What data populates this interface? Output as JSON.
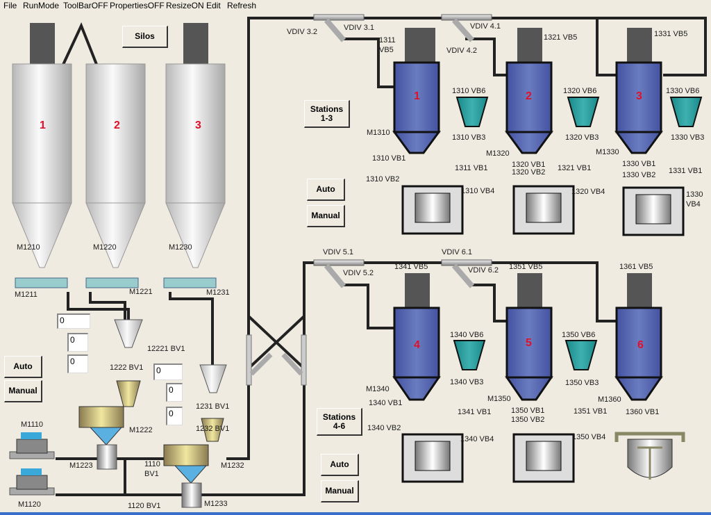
{
  "menu": [
    "File",
    "RunMode",
    "ToolBarOFF",
    "PropertiesOFF",
    "ResizeON",
    "Edit",
    "Refresh"
  ],
  "buttons": {
    "silos": "Silos",
    "stations_1_3": "Stations\n1-3",
    "stations_4_6": "Stations\n4-6",
    "auto": "Auto",
    "manual": "Manual"
  },
  "silos": {
    "numbers": [
      "1",
      "2",
      "3"
    ],
    "motors": [
      "M1210",
      "M1220",
      "M1230"
    ],
    "screws": [
      "M1211",
      "M1221",
      "M1231"
    ]
  },
  "stations": {
    "numbers": [
      "1",
      "2",
      "3",
      "4",
      "5",
      "6"
    ]
  },
  "fields": [
    "0",
    "0",
    "0",
    "0",
    "0",
    "0"
  ],
  "labels": {
    "vdiv_3_2": "VDIV 3.2",
    "vdiv_3_1": "VDIV 3.1",
    "vdiv_4_1": "VDIV 4.1",
    "vdiv_4_2": "VDIV 4.2",
    "vdiv_5_1": "VDIV 5.1",
    "vdiv_5_2": "VDIV 5.2",
    "vdiv_6_1": "VDIV 6.1",
    "vdiv_6_2": "VDIV 6.2",
    "v1311_vb5_a": "1311",
    "v1311_vb5_b": "VB5",
    "v1321_vb5": "1321 VB5",
    "v1331_vb5": "1331 VB5",
    "v1341_vb5": "1341 VB5",
    "v1351_vb5": "1351 VB5",
    "v1361_vb5": "1361 VB5",
    "v1310_vb6": "1310 VB6",
    "v1320_vb6": "1320 VB6",
    "v1330_vb6": "1330 VB6",
    "v1340_vb6": "1340 VB6",
    "v1350_vb6": "1350 VB6",
    "m1310": "M1310",
    "m1320": "M1320",
    "m1330": "M1330",
    "m1340": "M1340",
    "m1350": "M1350",
    "m1360": "M1360",
    "v1310_vb3": "1310 VB3",
    "v1320_vb3": "1320 VB3",
    "v1330_vb3": "1330 VB3",
    "v1340_vb3": "1340 VB3",
    "v1350_vb3": "1350 VB3",
    "v1310_vb1": "1310 VB1",
    "v1320_vb1": "1320 VB1",
    "v1330_vb1": "1330 VB1",
    "v1340_vb1": "1340 VB1",
    "v1350_vb1": "1350 VB1",
    "v1360_vb1": "1360 VB1",
    "v1311_vb1": "1311 VB1",
    "v1321_vb1": "1321 VB1",
    "v1331_vb1": "1331 VB1",
    "v1341_vb1": "1341 VB1",
    "v1351_vb1": "1351 VB1",
    "v1310_vb2": "1310 VB2",
    "v1320_vb2": "1320 VB2",
    "v1330_vb2": "1330 VB2",
    "v1340_vb2": "1340 VB2",
    "v1350_vb2": "1350 VB2",
    "v1310_vb4": "1310 VB4",
    "v1320_vb4": "1320 VB4",
    "v1330_vb4_a": "1330",
    "v1330_vb4_b": "VB4",
    "v1340_vb4": "1340 VB4",
    "v1350_vb4": "1350 VB4",
    "v12221_bv1": "12221 BV1",
    "v1222_bv1": "1222 BV1",
    "v1231_bv1": "1231 BV1",
    "v1232_bv1": "1232 BV1",
    "m1222": "M1222",
    "m1223": "M1223",
    "m1232": "M1232",
    "m1233": "M1233",
    "m1110": "M1110",
    "m1120": "M1120",
    "v1110_bv1_a": "1110",
    "v1110_bv1_b": "BV1",
    "v1120_bv1": "1120 BV1"
  }
}
